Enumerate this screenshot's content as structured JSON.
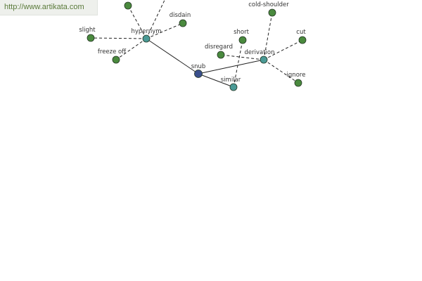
{
  "watermark": {
    "url": "http://www.artikata.com"
  },
  "colors": {
    "center": "#3a4f8c",
    "relation": "#4a9a96",
    "leaf": "#4a8a3e",
    "stroke": "#233523"
  },
  "graph": {
    "nodes": [
      {
        "id": "snub",
        "label": "snub",
        "kind": "center"
      },
      {
        "id": "hypernym",
        "label": "hypernym",
        "kind": "relation"
      },
      {
        "id": "derivation",
        "label": "derivation",
        "kind": "relation"
      },
      {
        "id": "similar",
        "label": "similar",
        "kind": "relation"
      },
      {
        "id": "slight",
        "label": "slight",
        "kind": "leaf"
      },
      {
        "id": "freeze_off",
        "label": "freeze off",
        "kind": "leaf"
      },
      {
        "id": "disdain",
        "label": "disdain",
        "kind": "leaf"
      },
      {
        "id": "hyp_top1",
        "label": "",
        "kind": "leaf"
      },
      {
        "id": "cold_shoulder",
        "label": "cold-shoulder",
        "kind": "leaf"
      },
      {
        "id": "short",
        "label": "short",
        "kind": "leaf"
      },
      {
        "id": "disregard",
        "label": "disregard",
        "kind": "leaf"
      },
      {
        "id": "cut",
        "label": "cut",
        "kind": "leaf"
      },
      {
        "id": "ignore",
        "label": "ignore",
        "kind": "leaf"
      }
    ],
    "edges": [
      {
        "from": "snub",
        "to": "hypernym",
        "style": "solid"
      },
      {
        "from": "snub",
        "to": "derivation",
        "style": "solid"
      },
      {
        "from": "snub",
        "to": "similar",
        "style": "solid"
      },
      {
        "from": "hypernym",
        "to": "slight",
        "style": "dashed"
      },
      {
        "from": "hypernym",
        "to": "freeze_off",
        "style": "dashed"
      },
      {
        "from": "hypernym",
        "to": "disdain",
        "style": "dashed"
      },
      {
        "from": "hypernym",
        "to": "hyp_top1",
        "style": "dashed"
      },
      {
        "from": "hypernym",
        "to": "hyp_offscreen",
        "style": "dashed"
      },
      {
        "from": "derivation",
        "to": "cold_shoulder",
        "style": "dashed"
      },
      {
        "from": "derivation",
        "to": "disregard",
        "style": "dashed"
      },
      {
        "from": "derivation",
        "to": "cut",
        "style": "dashed"
      },
      {
        "from": "derivation",
        "to": "ignore",
        "style": "dashed"
      },
      {
        "from": "similar",
        "to": "short",
        "style": "dashed"
      }
    ]
  }
}
